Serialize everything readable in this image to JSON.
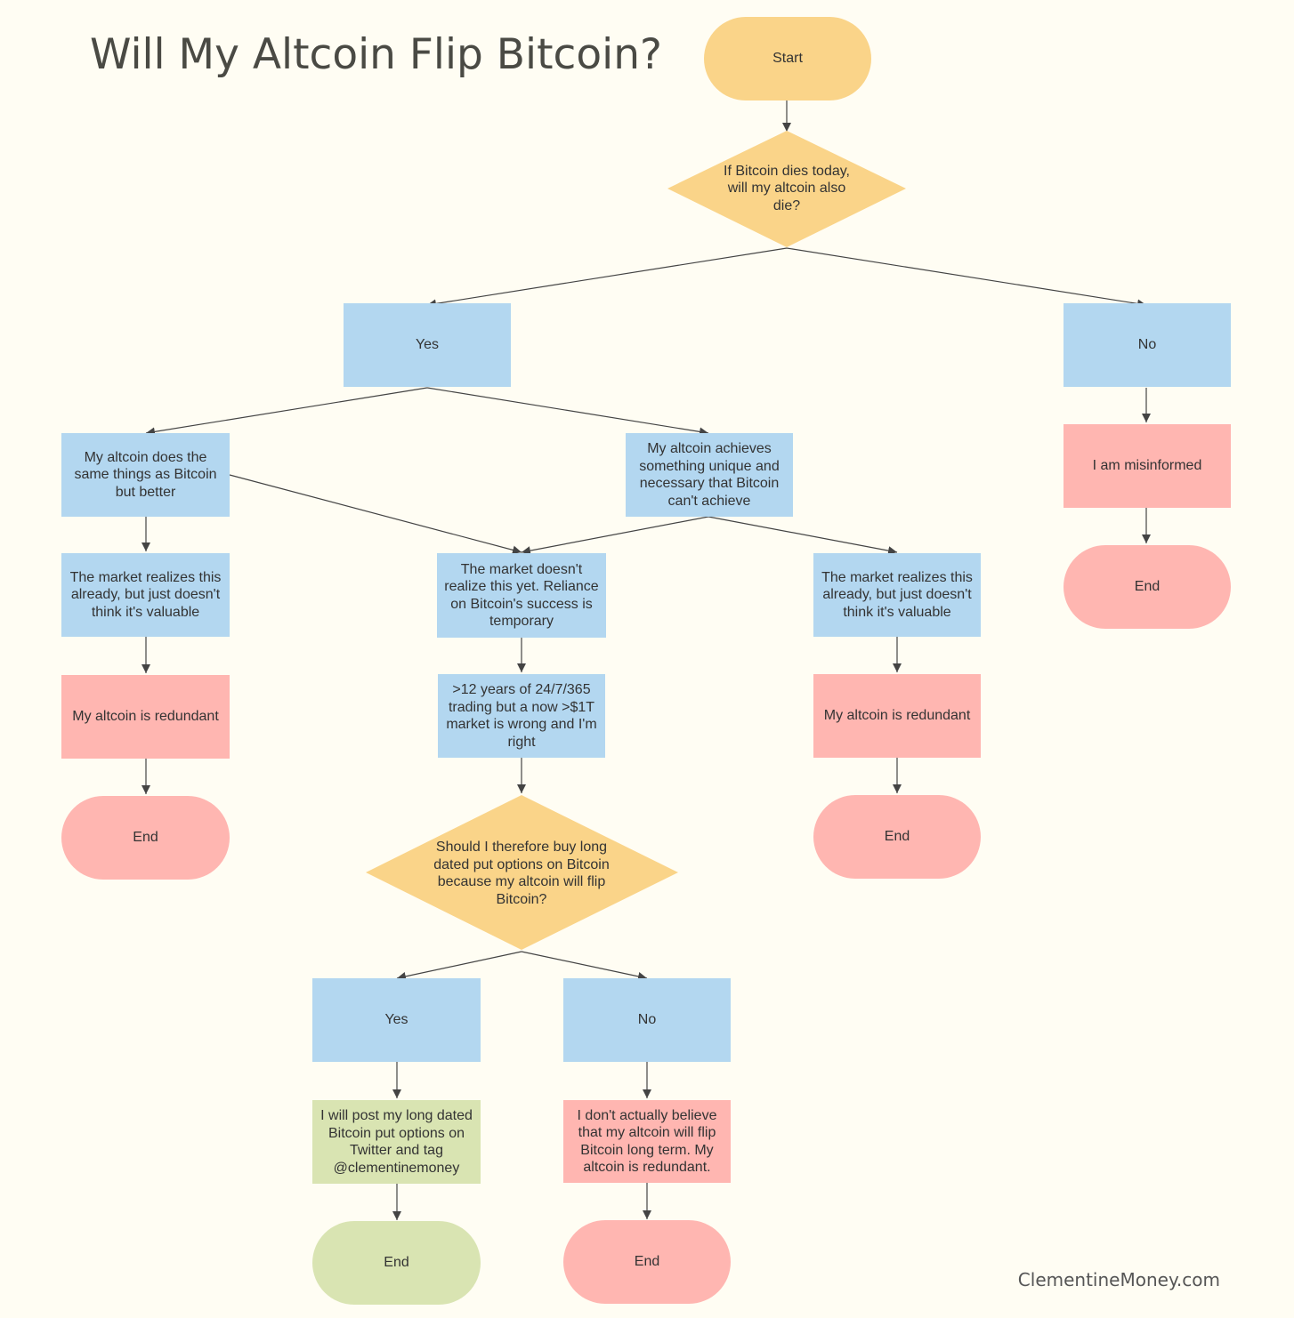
{
  "title": "Will My Altcoin Flip Bitcoin?",
  "footer": "ClementineMoney.com",
  "colors": {
    "background": "#fffdf3",
    "terminal_orange": "#fad489",
    "process_blue": "#b3d7f0",
    "outcome_red": "#ffb6b1",
    "outcome_green": "#d9e4b2",
    "edge": "#444444"
  },
  "nodes": {
    "start": "Start",
    "q1": "If Bitcoin dies today, will my altcoin also die?",
    "yes1": "Yes",
    "no1": "No",
    "misinformed": "I am misinformed",
    "end_right": "End",
    "better": "My altcoin does the same things as Bitcoin but better",
    "unique": "My altcoin achieves something unique and necessary that Bitcoin can't achieve",
    "realizes_left": "The market realizes this already, but just doesn't think it's valuable",
    "doesnt_realize": "The market doesn't realize this yet. Reliance on Bitcoin's success is temporary",
    "realizes_right": "The market realizes this already, but just doesn't think it's valuable",
    "redundant_left": "My altcoin is redundant",
    "twelve_years": ">12 years of 24/7/365 trading but a now >$1T market is wrong and I'm right",
    "redundant_right": "My altcoin is redundant",
    "end_left": "End",
    "q2": "Should I therefore buy long dated put options on Bitcoin because my altcoin will flip Bitcoin?",
    "end_mid_right": "End",
    "yes2": "Yes",
    "no2": "No",
    "post_twitter": "I will post my long dated Bitcoin put options on Twitter and tag @clementinemoney",
    "dont_believe": "I don't actually believe that my altcoin will flip Bitcoin long term. My altcoin is redundant.",
    "end_green": "End",
    "end_bottom": "End"
  }
}
